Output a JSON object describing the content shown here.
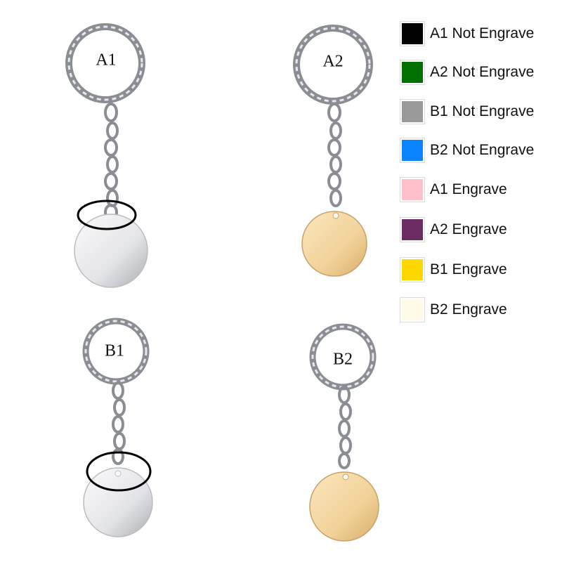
{
  "keychains": [
    {
      "label": "A1",
      "finish": "silver",
      "circled": true
    },
    {
      "label": "A2",
      "finish": "gold",
      "circled": false
    },
    {
      "label": "B1",
      "finish": "silver",
      "circled": true
    },
    {
      "label": "B2",
      "finish": "gold",
      "circled": false
    }
  ],
  "legend": [
    {
      "label": "A1 Not Engrave",
      "color": "#000000"
    },
    {
      "label": "A2 Not Engrave",
      "color": "#007000"
    },
    {
      "label": "B1 Not Engrave",
      "color": "#999999"
    },
    {
      "label": "B2 Not Engrave",
      "color": "#0a84ff"
    },
    {
      "label": "A1 Engrave",
      "color": "#ffc0cb"
    },
    {
      "label": "A2 Engrave",
      "color": "#6b2c63"
    },
    {
      "label": "B1 Engrave",
      "color": "#ffd700"
    },
    {
      "label": "B2 Engrave",
      "color": "#fffbe8"
    }
  ],
  "colors": {
    "ring": "#8a8d93",
    "ring_highlight": "#e6e8eb",
    "silver_light": "#fbfbfc",
    "silver_dark": "#a9acb1",
    "gold_light": "#fbe7bd",
    "gold_dark": "#d9ad6a",
    "highlight_circle": "#000000"
  }
}
